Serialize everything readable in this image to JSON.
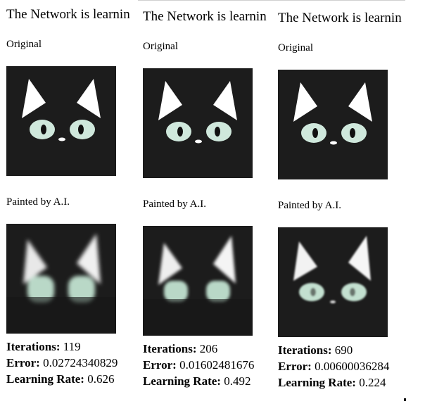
{
  "panels": [
    {
      "heading": "The Network is learnin",
      "original_label": "Original",
      "painted_label": "Painted by A.I.",
      "iterations_label": "Iterations:",
      "iterations": "119",
      "error_label": "Error:",
      "error": "0.02724340829",
      "learning_rate_label": "Learning Rate:",
      "learning_rate": "0.626"
    },
    {
      "heading": "The Network is learnin",
      "original_label": "Original",
      "painted_label": "Painted by A.I.",
      "iterations_label": "Iterations:",
      "iterations": "206",
      "error_label": "Error:",
      "error": "0.01602481676",
      "learning_rate_label": "Learning Rate:",
      "learning_rate": "0.492"
    },
    {
      "heading": "The Network is learnin",
      "original_label": "Original",
      "painted_label": "Painted by A.I.",
      "iterations_label": "Iterations:",
      "iterations": "690",
      "error_label": "Error:",
      "error": "0.00600036284",
      "learning_rate_label": "Learning Rate:",
      "learning_rate": "0.224"
    }
  ],
  "colors": {
    "image_background": "#1c1c1c",
    "ears": "#ffffff",
    "eyes": "#cfe8dc",
    "painted_eyes": "#b9d8c7"
  }
}
